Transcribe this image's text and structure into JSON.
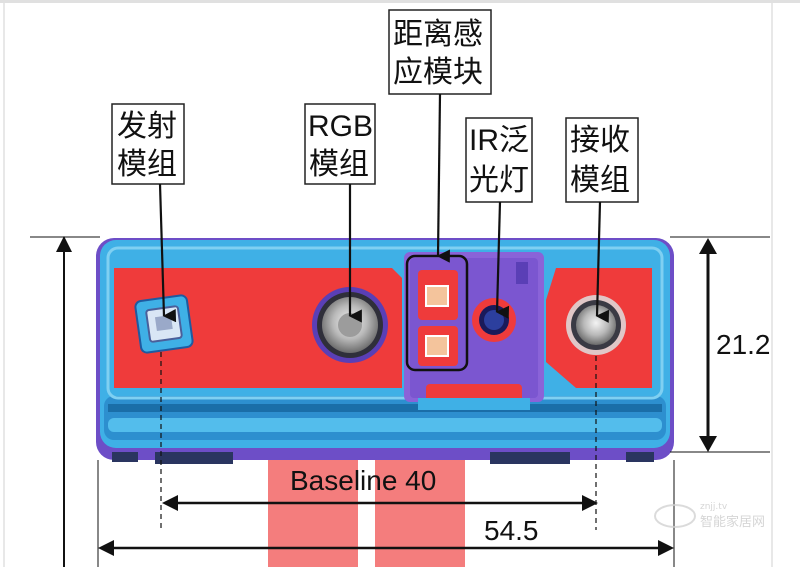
{
  "labels": {
    "emitter_line1": "发射",
    "emitter_line2": "模组",
    "rgb_line1": "RGB",
    "rgb_line2": "模组",
    "distance_line1": "距离感",
    "distance_line2": "应模块",
    "ir_line1": "IR泛",
    "ir_line2": "光灯",
    "receiver_line1": "接收",
    "receiver_line2": "模组"
  },
  "dimensions": {
    "height": "21.2",
    "baseline": "Baseline 40",
    "width": "54.5"
  },
  "watermark": {
    "brand": "智能家居网",
    "url": "znjj.tv"
  },
  "colors": {
    "board_blue": "#3fb0e6",
    "board_edge": "#5a3fb6",
    "pad_red": "#ef3b3b",
    "flex_red": "#f26a6a",
    "purple": "#8a63d8"
  }
}
